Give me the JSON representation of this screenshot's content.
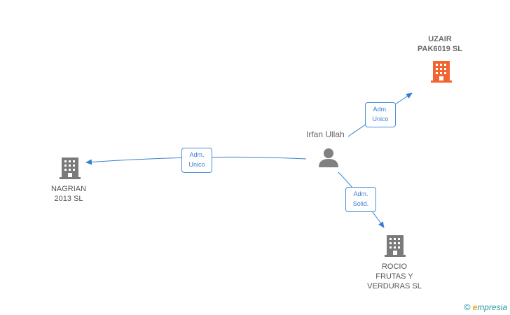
{
  "person": {
    "name": "Irfan Ullah",
    "icon": "person-icon"
  },
  "companies": {
    "uzair": {
      "name": "UZAIR\nPAK6019  SL",
      "icon": "building-icon",
      "color": "#f26430"
    },
    "nagrian": {
      "name": "NAGRIAN\n2013  SL",
      "icon": "building-icon",
      "color": "#7a7a7a"
    },
    "rocio": {
      "name": "ROCIO\nFRUTAS Y\nVERDURAS  SL",
      "icon": "building-icon",
      "color": "#7a7a7a"
    }
  },
  "edges": {
    "uzair": "Adm.\nUnico",
    "nagrian": "Adm.\nUnico",
    "rocio": "Adm.\nSolid."
  },
  "colors": {
    "edge": "#3a7fcf",
    "person": "#808080"
  },
  "brand": {
    "copyright": "©",
    "initial": "e",
    "rest": "mpresia"
  }
}
